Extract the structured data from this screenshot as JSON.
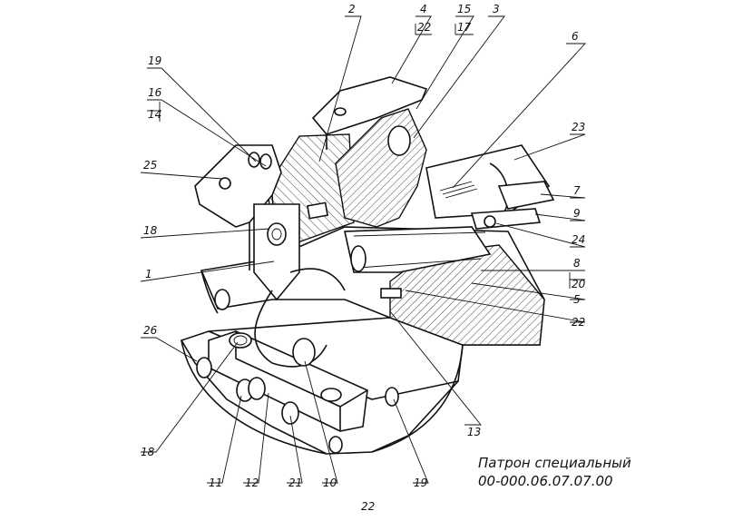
{
  "drawing": {
    "title": "Патрон специальный",
    "code": "00-000.06.07.07.00",
    "page_number": "22"
  },
  "callouts": [
    {
      "id": "c2",
      "text": "2"
    },
    {
      "id": "c4",
      "text": "4"
    },
    {
      "id": "c22t",
      "text": "22"
    },
    {
      "id": "c15",
      "text": "15"
    },
    {
      "id": "c17",
      "text": "17"
    },
    {
      "id": "c3",
      "text": "3"
    },
    {
      "id": "c6",
      "text": "6"
    },
    {
      "id": "c19t",
      "text": "19"
    },
    {
      "id": "c16",
      "text": "16"
    },
    {
      "id": "c14",
      "text": "14"
    },
    {
      "id": "c25",
      "text": "25"
    },
    {
      "id": "c23",
      "text": "23"
    },
    {
      "id": "c7",
      "text": "7"
    },
    {
      "id": "c9",
      "text": "9"
    },
    {
      "id": "c24",
      "text": "24"
    },
    {
      "id": "c18t",
      "text": "18"
    },
    {
      "id": "c1",
      "text": "1"
    },
    {
      "id": "c8",
      "text": "8"
    },
    {
      "id": "c20",
      "text": "20"
    },
    {
      "id": "c5",
      "text": "5"
    },
    {
      "id": "c22r",
      "text": "22"
    },
    {
      "id": "c26",
      "text": "26"
    },
    {
      "id": "c13",
      "text": "13"
    },
    {
      "id": "c18b",
      "text": "18"
    },
    {
      "id": "c11",
      "text": "11"
    },
    {
      "id": "c12",
      "text": "12"
    },
    {
      "id": "c21",
      "text": "21"
    },
    {
      "id": "c10",
      "text": "10"
    },
    {
      "id": "c19b",
      "text": "19"
    }
  ]
}
